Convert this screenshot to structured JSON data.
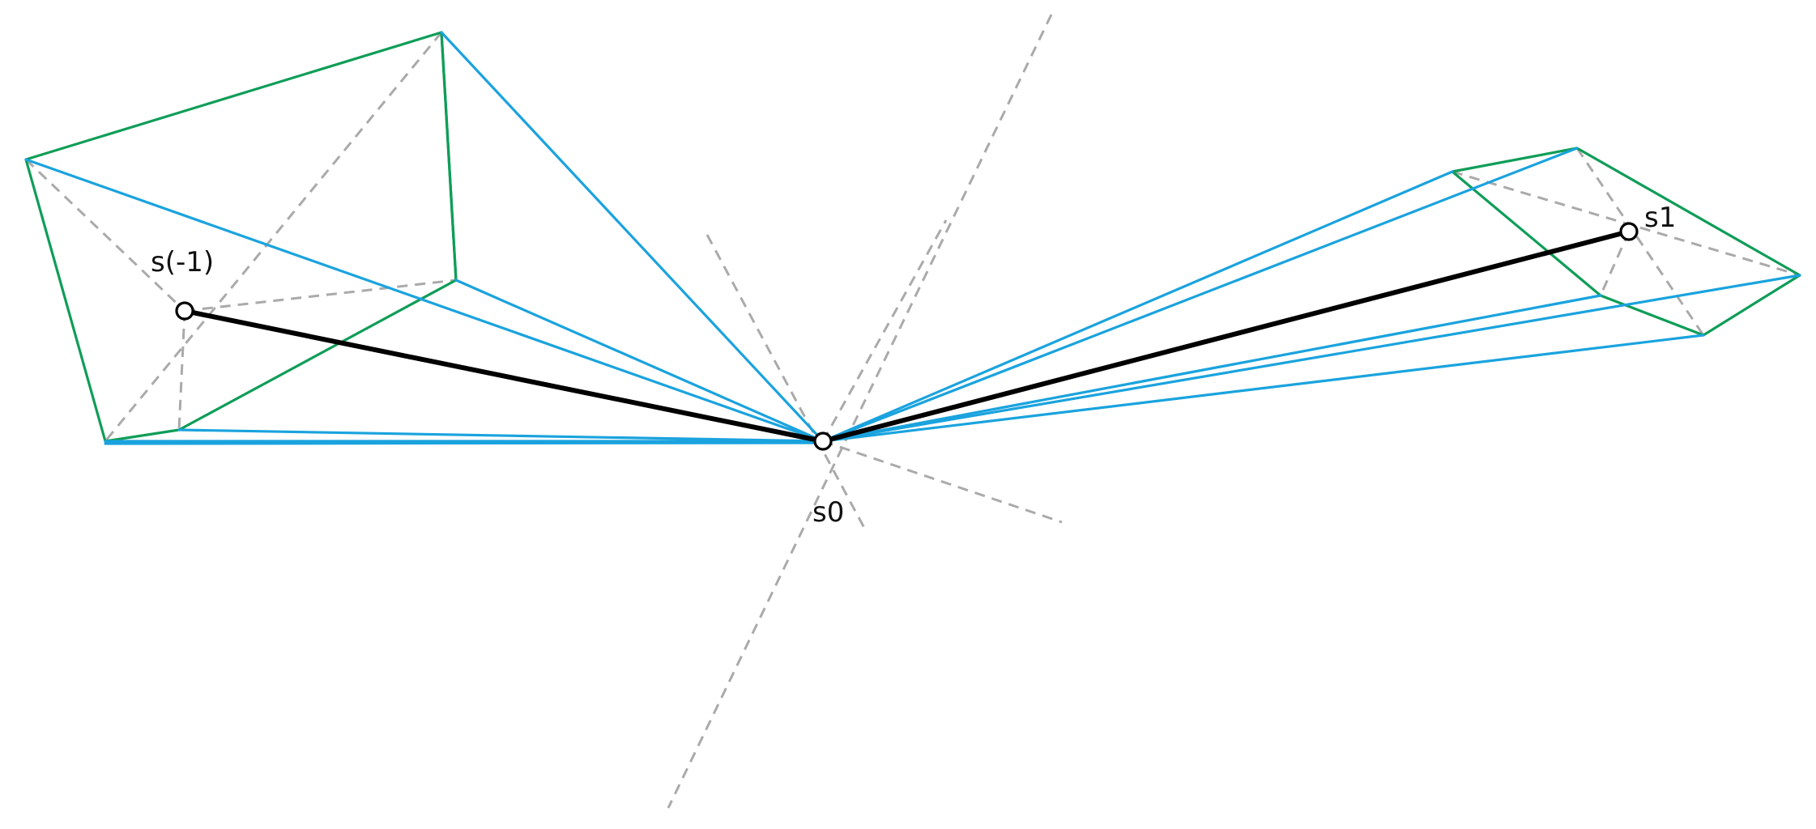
{
  "labels": {
    "left_vertex": "s(-1)",
    "center_vertex": "s0",
    "right_vertex": "s1"
  },
  "colors": {
    "polygon_edges": "#0f9d58",
    "cone_lines": "#1aa3de",
    "construction_lines": "#aaaaaa",
    "spine": "#000000"
  }
}
